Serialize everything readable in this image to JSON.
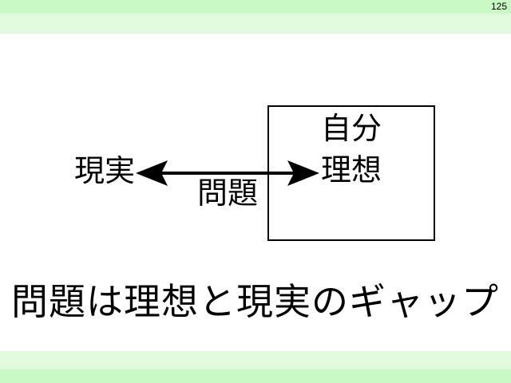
{
  "slide": {
    "page_number": "125",
    "title": "問題は理想と現実のギャップ"
  },
  "diagram": {
    "box": {
      "line1": "自分",
      "line2": "理想"
    },
    "reality_label": "現実",
    "problem_label": "問題",
    "arrow": "double-headed horizontal arrow between 現実 and 理想"
  },
  "colors": {
    "band_green_strong": "#c9f9c4",
    "band_green_light": "#e2fbde",
    "text": "#000000",
    "box_border": "#000000"
  }
}
